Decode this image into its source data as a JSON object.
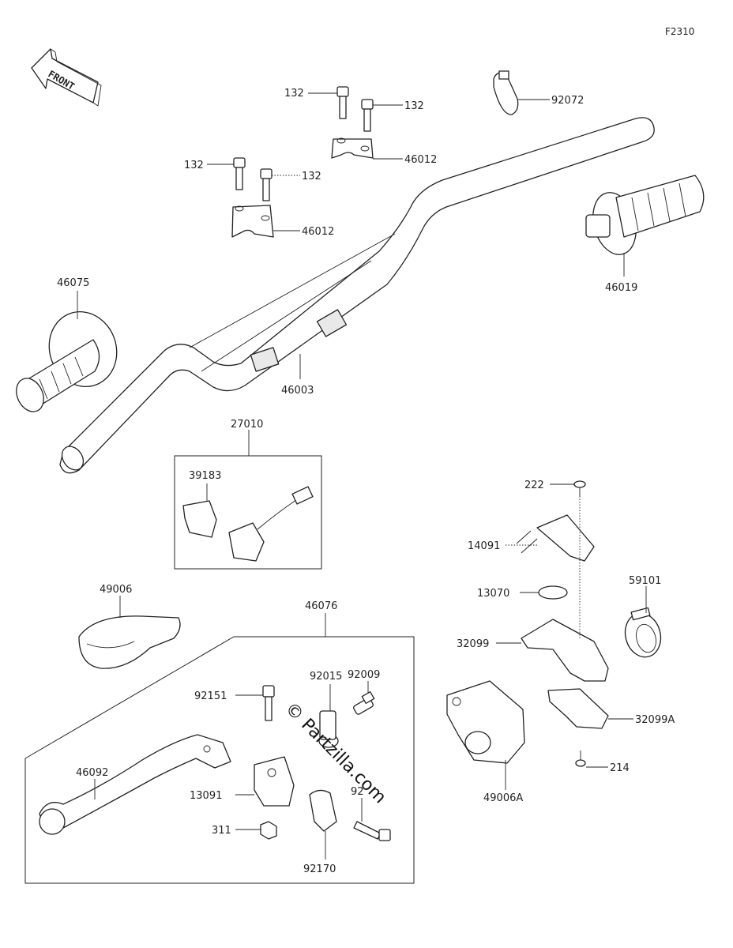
{
  "diagram": {
    "code": "F2310",
    "front_label": "FRONT",
    "watermark": "© Partzilla.com",
    "labels": {
      "p132_a": "132",
      "p132_b": "132",
      "p132_c": "132",
      "p132_d": "132",
      "p92072": "92072",
      "p46012_a": "46012",
      "p46012_b": "46012",
      "p46075": "46075",
      "p46019": "46019",
      "p46003": "46003",
      "p27010": "27010",
      "p39183": "39183",
      "p222": "222",
      "p14091": "14091",
      "p13070": "13070",
      "p59101": "59101",
      "p32099": "32099",
      "p32099A": "32099A",
      "p214": "214",
      "p49006A": "49006A",
      "p49006": "49006",
      "p46076": "46076",
      "p92151": "92151",
      "p92015": "92015",
      "p92009": "92009",
      "p46092": "46092",
      "p13091": "13091",
      "p92": "92",
      "p311": "311",
      "p92170": "92170"
    }
  }
}
